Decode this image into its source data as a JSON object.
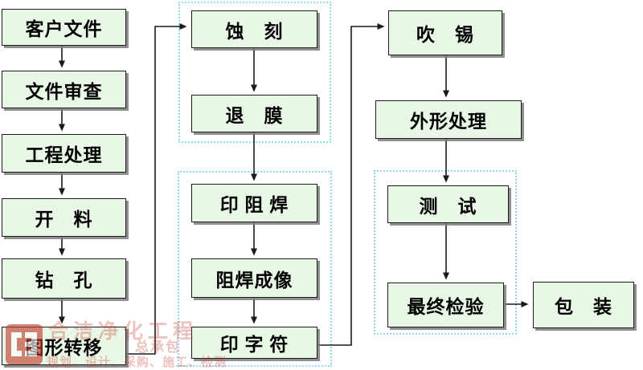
{
  "flow": {
    "nodes": [
      {
        "label": "客户文件",
        "diamond": false
      },
      {
        "label": "文件审查",
        "diamond": false
      },
      {
        "label": "工程处理",
        "diamond": false
      },
      {
        "label": "开　料",
        "diamond": true
      },
      {
        "label": "钻　孔",
        "diamond": true
      },
      {
        "label": "图形转移",
        "diamond": true
      },
      {
        "label": "蚀　刻",
        "diamond": true
      },
      {
        "label": "退　膜",
        "diamond": false
      },
      {
        "label": "印 阻 焊",
        "diamond": true
      },
      {
        "label": "阻焊成像",
        "diamond": false
      },
      {
        "label": "印 字 符",
        "diamond": false
      },
      {
        "label": "吹　锡",
        "diamond": true
      },
      {
        "label": "外形处理",
        "diamond": true
      },
      {
        "label": "测　试",
        "diamond": true
      },
      {
        "label": "最终检验",
        "diamond": false
      },
      {
        "label": "包　装",
        "diamond": false
      }
    ],
    "stage_groups": 3
  },
  "icons": {
    "diamond_bullet": "diamond-bullet"
  },
  "colors": {
    "node_fill": "#E9F8E6",
    "node_border": "#1C1C1C",
    "node_shadow": "#7D7D7D",
    "stage_dashed_border": "#8EDEF2",
    "arrow": "#1A1A1A",
    "watermark_red": "#C63428",
    "background": "#FFFFFF"
  },
  "watermark": {
    "line1": "合洁净化工程",
    "line2": "总承包",
    "line3": "规划、设计、采购、施工、检测"
  }
}
